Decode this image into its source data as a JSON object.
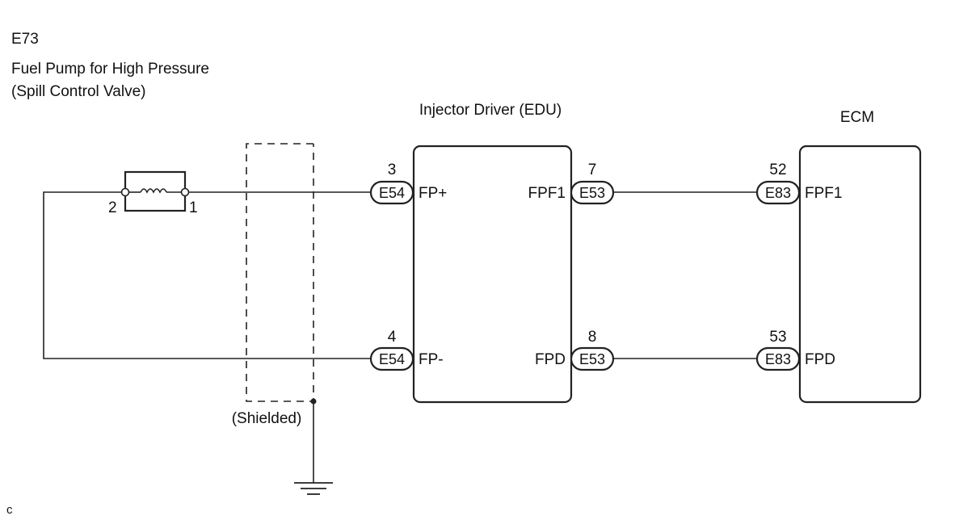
{
  "pump": {
    "code": "E73",
    "title_line1": "Fuel Pump for High Pressure",
    "title_line2": "(Spill Control Valve)",
    "pin_left": "2",
    "pin_right": "1"
  },
  "edu": {
    "title": "Injector Driver (EDU)",
    "left_top": {
      "pin": "3",
      "connector": "E54",
      "signal": "FP+"
    },
    "left_bottom": {
      "pin": "4",
      "connector": "E54",
      "signal": "FP-"
    },
    "right_top": {
      "pin": "7",
      "connector": "E53",
      "signal": "FPF1"
    },
    "right_bottom": {
      "pin": "8",
      "connector": "E53",
      "signal": "FPD"
    }
  },
  "ecm": {
    "title": "ECM",
    "top": {
      "pin": "52",
      "connector": "E83",
      "signal": "FPF1"
    },
    "bottom": {
      "pin": "53",
      "connector": "E83",
      "signal": "FPD"
    }
  },
  "shield_label": "(Shielded)",
  "figure_code": "c"
}
